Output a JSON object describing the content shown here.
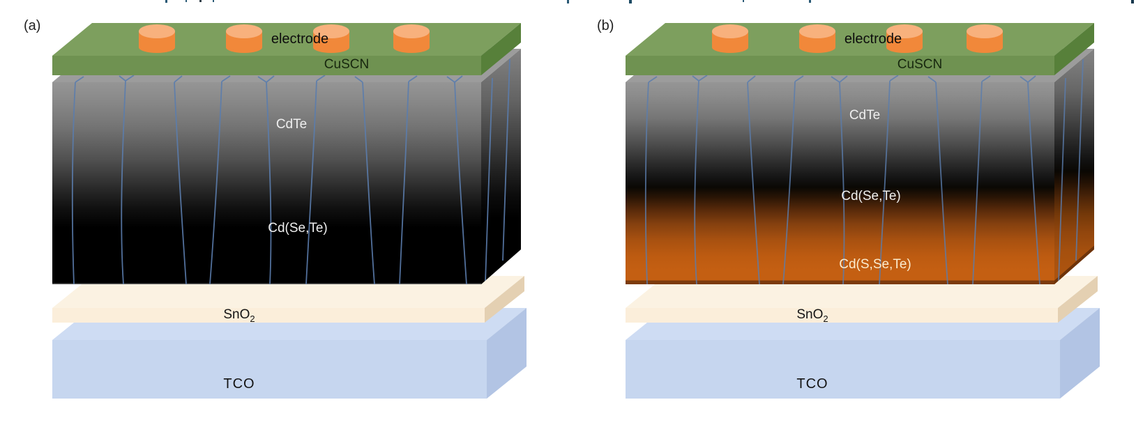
{
  "figure": {
    "panels": [
      {
        "tag": "(a)",
        "electrode_label": "electrode",
        "cuscn_label": "CuSCN",
        "cdte_label": "CdTe",
        "cdsete_label": "Cd(Se,Te)",
        "sno2_base": "SnO",
        "sno2_sub": "2",
        "tco_label": "TCO"
      },
      {
        "tag": "(b)",
        "electrode_label": "electrode",
        "cuscn_label": "CuSCN",
        "cdte_label": "CdTe",
        "cdsete_label": "Cd(Se,Te)",
        "cdssete_label": "Cd(S,Se,Te)",
        "sno2_base": "SnO",
        "sno2_sub": "2",
        "tco_label": "TCO"
      }
    ],
    "colors": {
      "electrode_orange_side": "#f1883a",
      "electrode_orange_top": "#f8b17d",
      "cuscn_green_top": "#7d9f5e",
      "cuscn_green_front": "#6f9251",
      "cuscn_green_side": "#57803a",
      "absorber_gray_top": "#9c9c9c",
      "absorber_black": "#000000",
      "cdssete_orange": "#c45f12",
      "grain_boundary_blue": "#5b7dad",
      "sno2_cream": "#fbeeda",
      "tco_blue": "#c6d6ef"
    }
  }
}
